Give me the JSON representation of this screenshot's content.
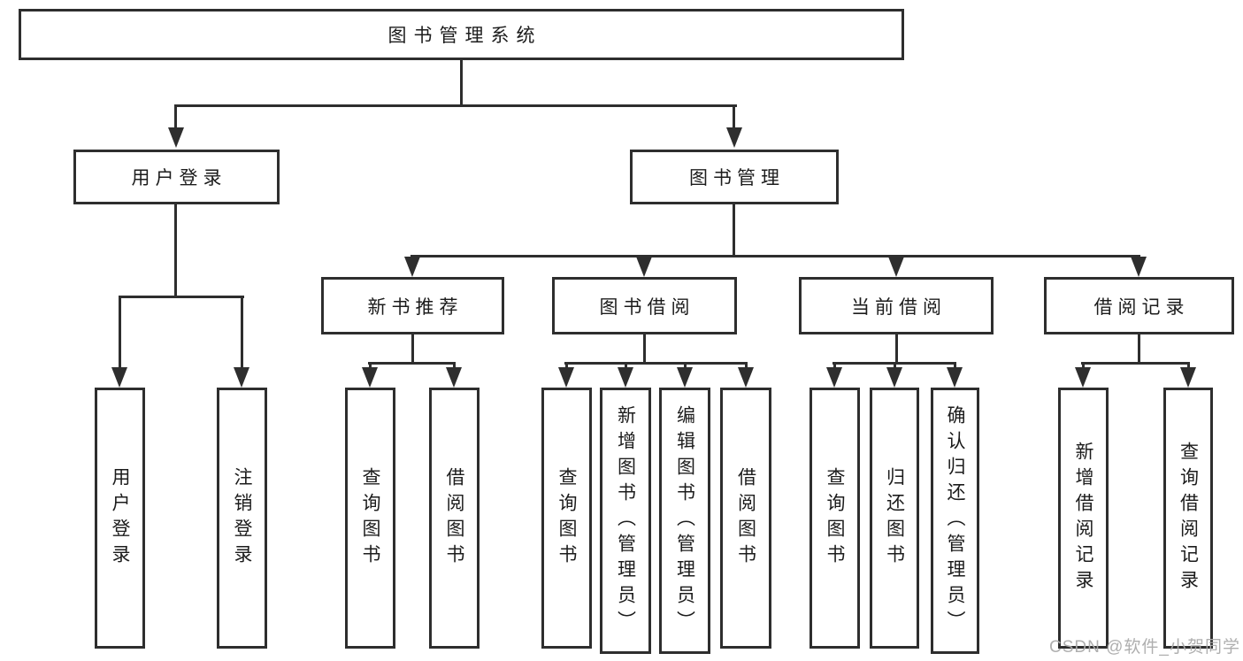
{
  "colors": {
    "line": "#2e2e2e",
    "text": "#1c1c1c",
    "background": "#ffffff",
    "watermark": "#ababab"
  },
  "root": {
    "label": "图书管理系统",
    "children": [
      {
        "label": "用户登录",
        "children": [
          {
            "label": "用户登录"
          },
          {
            "label": "注销登录"
          }
        ]
      },
      {
        "label": "图书管理",
        "children": [
          {
            "label": "新书推荐",
            "children": [
              {
                "label": "查询图书"
              },
              {
                "label": "借阅图书"
              }
            ]
          },
          {
            "label": "图书借阅",
            "children": [
              {
                "label": "查询图书"
              },
              {
                "label": "新增图书（管理员）"
              },
              {
                "label": "编辑图书（管理员）"
              },
              {
                "label": "借阅图书"
              }
            ]
          },
          {
            "label": "当前借阅",
            "children": [
              {
                "label": "查询图书"
              },
              {
                "label": "归还图书"
              },
              {
                "label": "确认归还（管理员）"
              }
            ]
          },
          {
            "label": "借阅记录",
            "children": [
              {
                "label": "新增借阅记录"
              },
              {
                "label": "查询借阅记录"
              }
            ]
          }
        ]
      }
    ]
  },
  "watermark": {
    "text": "CSDN @软件_小贺同学"
  }
}
